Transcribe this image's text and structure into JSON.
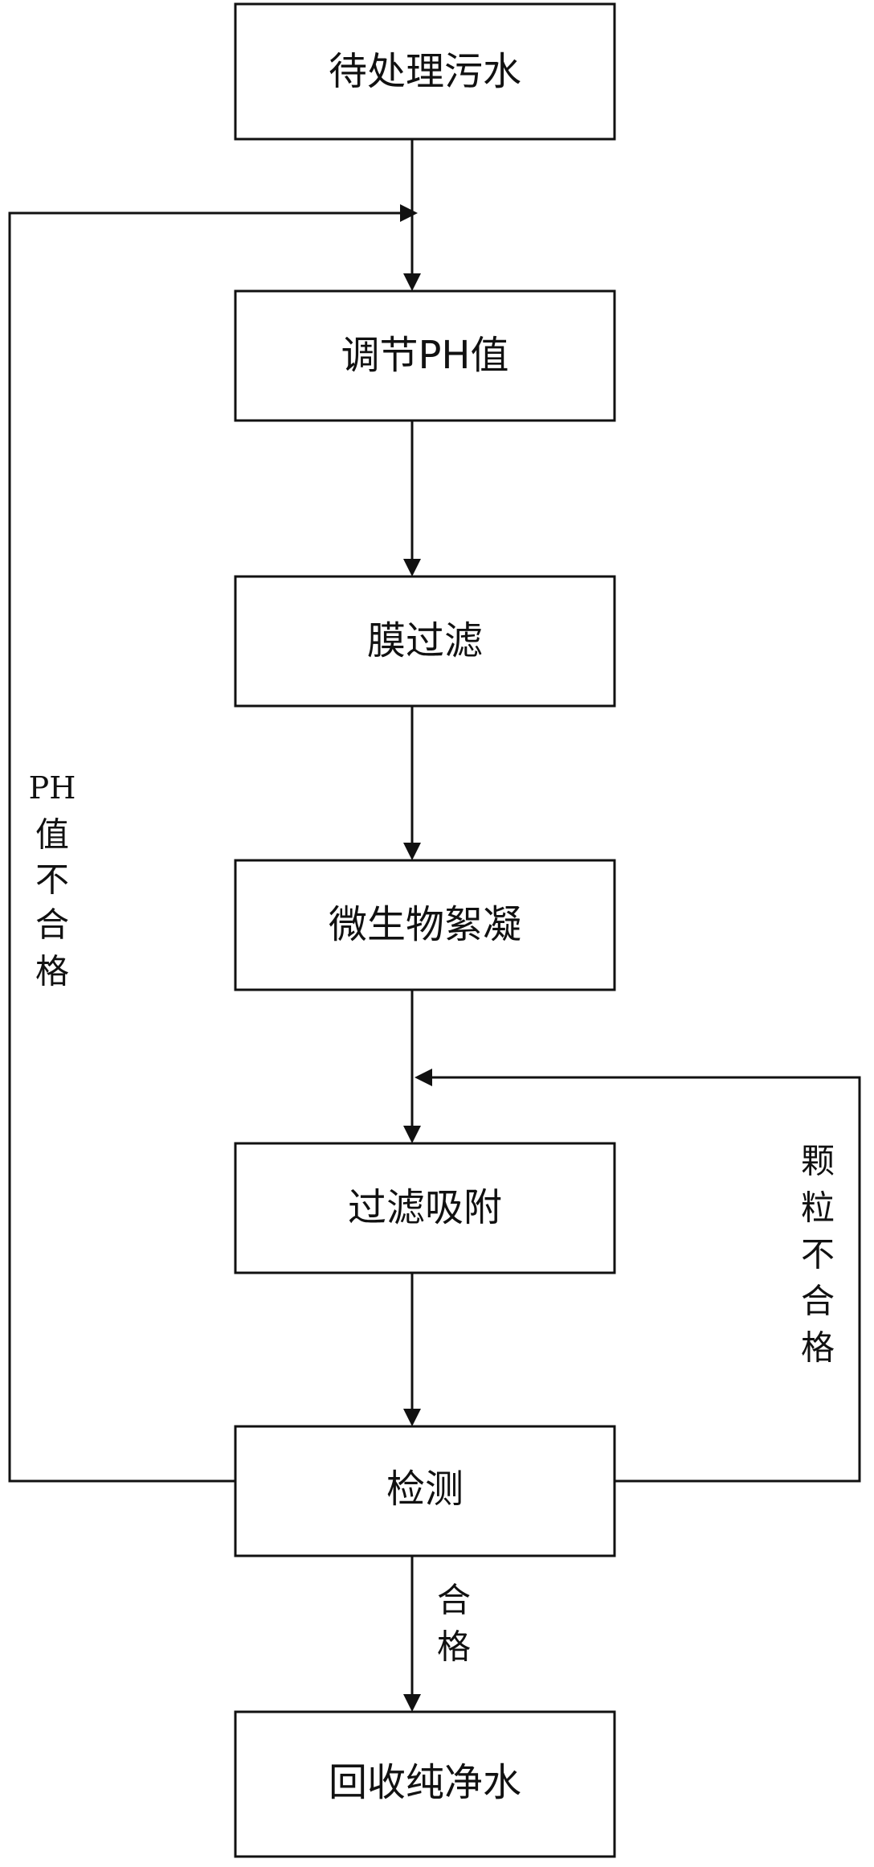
{
  "flowchart": {
    "steps": [
      {
        "id": "raw-sewage",
        "label": "待处理污水"
      },
      {
        "id": "adjust-ph",
        "label": "调节PH值"
      },
      {
        "id": "membrane-filtration",
        "label": "膜过滤"
      },
      {
        "id": "microbial-flocculation",
        "label": "微生物絮凝"
      },
      {
        "id": "filter-adsorption",
        "label": "过滤吸附"
      },
      {
        "id": "inspection",
        "label": "检测"
      },
      {
        "id": "recover-pure-water",
        "label": "回收纯净水"
      }
    ],
    "loops": {
      "ph_fail": {
        "line1": "PH",
        "line2": "值",
        "line3": "不",
        "line4": "合",
        "line5": "格"
      },
      "particle_fail": {
        "line1": "颗",
        "line2": "粒",
        "line3": "不",
        "line4": "合",
        "line5": "格"
      }
    },
    "pass_label": {
      "line1": "合",
      "line2": "格"
    }
  },
  "colors": {
    "line": "#111111",
    "box_fill": "#ffffff",
    "text": "#111111"
  }
}
